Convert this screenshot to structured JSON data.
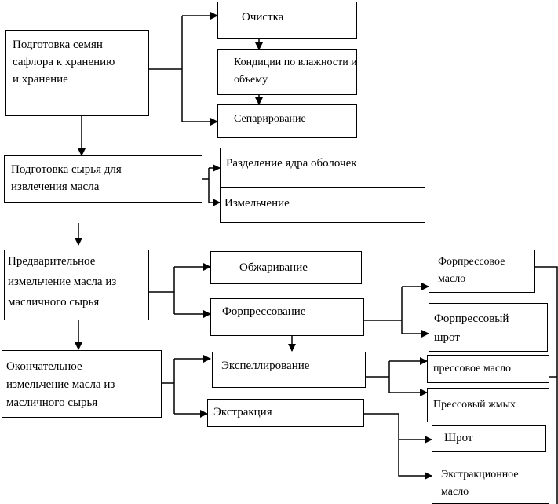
{
  "nodes": {
    "prep_storage": [
      "Подготовка семян",
      "сафлора к хранению",
      "и хранение"
    ],
    "cleaning": "Очистка",
    "moisture": [
      "Кондиции по влажности и",
      "объему"
    ],
    "separation": "Сепарирование",
    "prep_extraction": [
      "Подготовка сырья для",
      "извлечения масла"
    ],
    "kernel_separation": "Разделение ядра оболочек",
    "grinding": "Измельчение",
    "pre_grinding": [
      "Предварительное",
      "измельчение  масла из",
      "масличного сырья"
    ],
    "roasting": "Обжаривание",
    "prepressing": "Форпрессование",
    "prepress_oil": [
      "Форпрессовое",
      "масло"
    ],
    "prepress_cake": [
      "Форпрессовый",
      "шрот"
    ],
    "final_grinding": [
      "Окончательное",
      "измельчение масла из",
      "масличного сырья"
    ],
    "expelling": "Экспеллирование",
    "press_oil": "прессовое масло",
    "press_cake": "Прессовый жмых",
    "extraction": "Экстракция",
    "meal": "Шрот",
    "extraction_oil": [
      "Экстракционное",
      "масло"
    ]
  }
}
